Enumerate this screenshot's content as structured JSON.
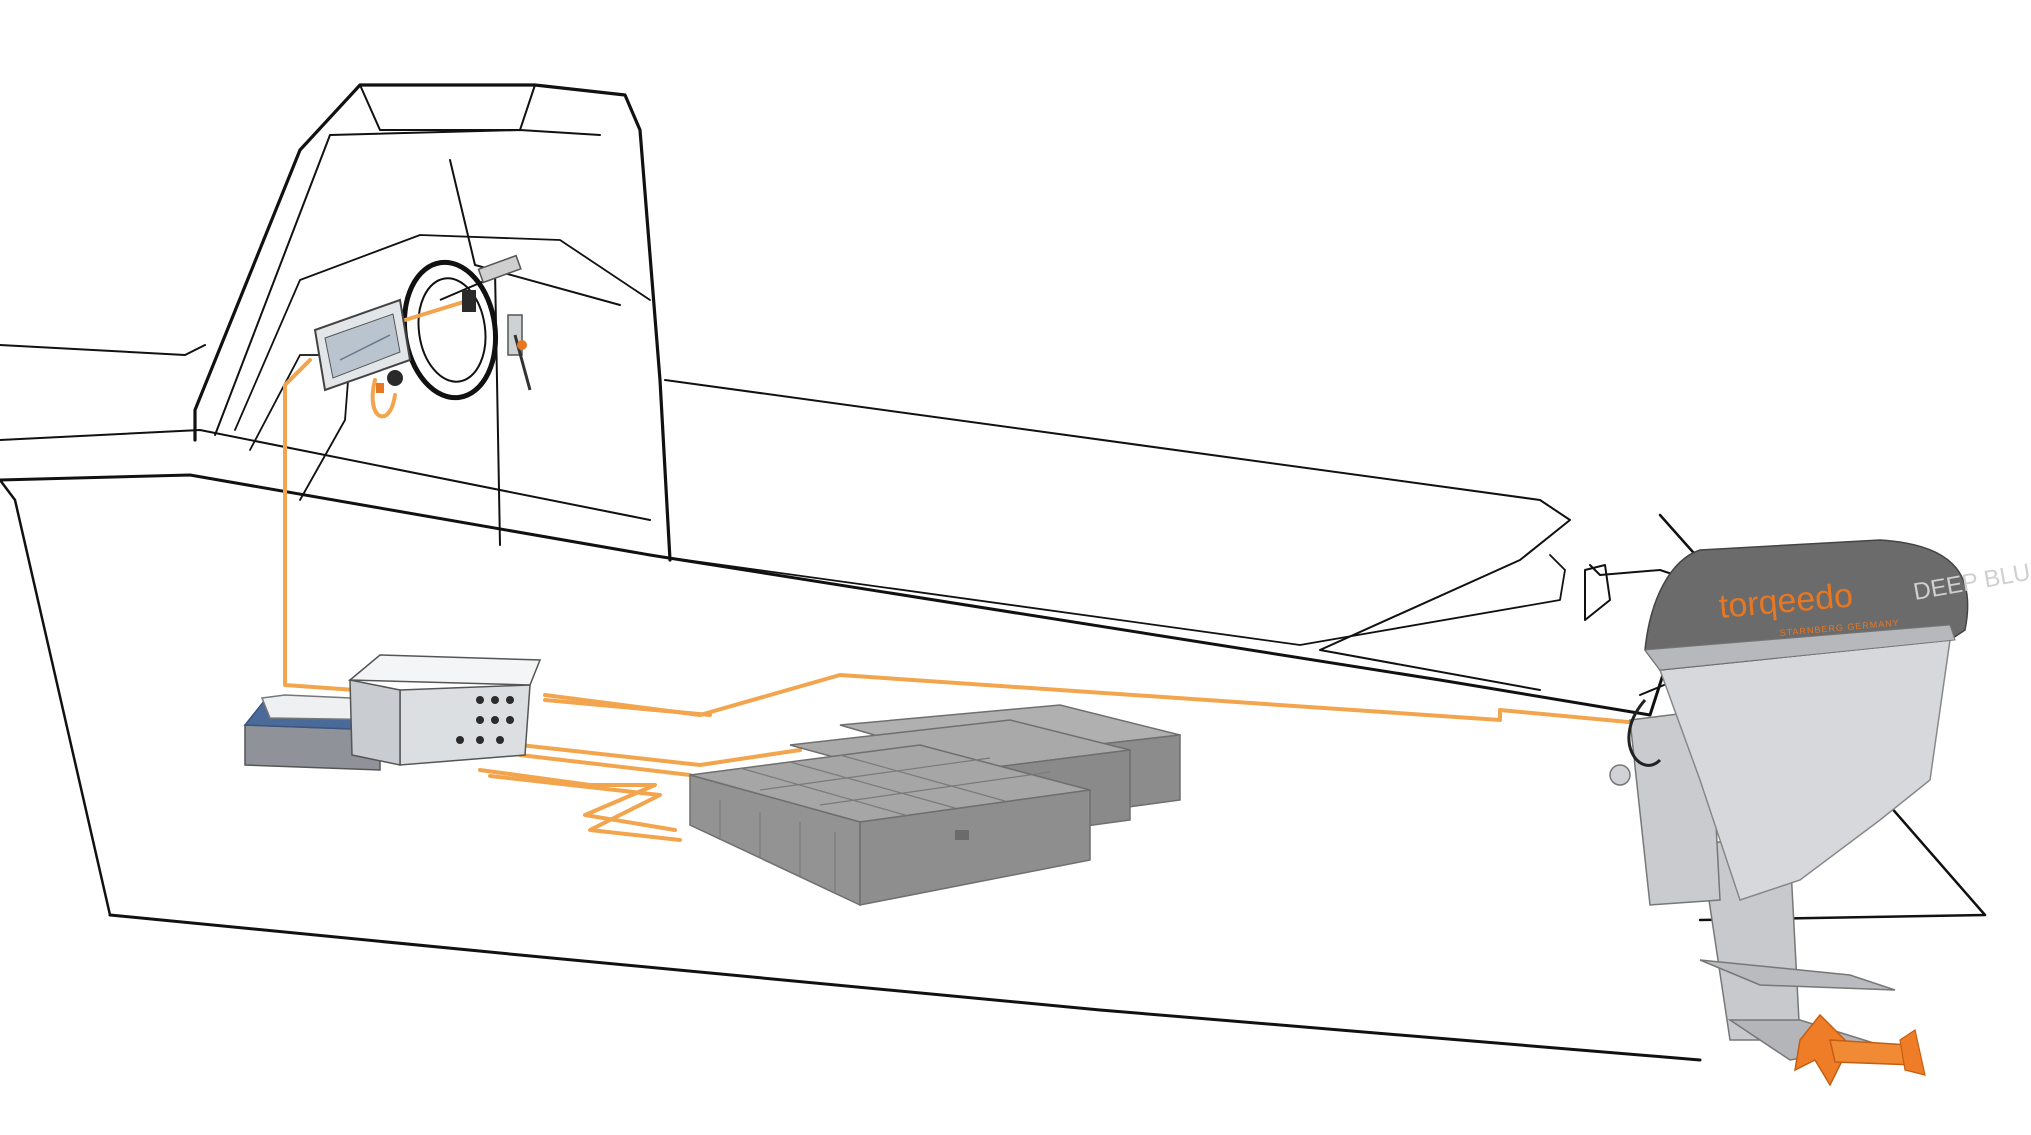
{
  "diagram": {
    "brand": {
      "logo_text": "torqeedo",
      "tagline": "STARNBERG GERMANY",
      "model_text": "DEEP BLUE"
    },
    "colors": {
      "cable": "#f2a54c",
      "hull_line": "#111111",
      "battery": "#9a9a9a",
      "motor_cover": "#6b6b6b",
      "motor_body": "#d4d6d9",
      "propeller": "#ef7d27",
      "brand_orange": "#e87722",
      "display_screen": "#b9c4cf"
    },
    "components": [
      {
        "id": "throttle-display",
        "icon": "display-icon"
      },
      {
        "id": "throttle-lever",
        "icon": "lever-icon"
      },
      {
        "id": "charger",
        "icon": "charger-icon"
      },
      {
        "id": "junction-box",
        "icon": "junction-box-icon"
      },
      {
        "id": "battery-bank",
        "icon": "battery-icon"
      },
      {
        "id": "outboard-motor",
        "icon": "motor-icon"
      },
      {
        "id": "propeller",
        "icon": "propeller-icon"
      }
    ]
  }
}
